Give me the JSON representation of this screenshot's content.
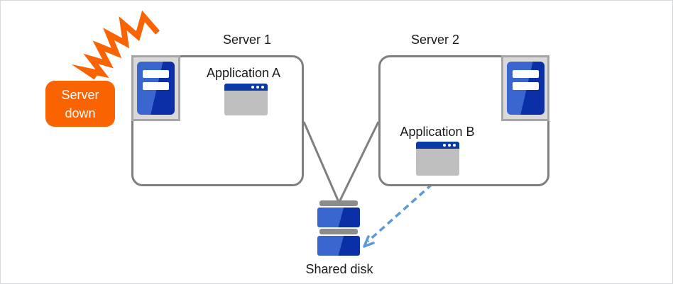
{
  "badge": {
    "line1": "Server",
    "line2": "down"
  },
  "servers": [
    {
      "label": "Server 1",
      "app": "Application A"
    },
    {
      "label": "Server 2",
      "app": "Application B"
    }
  ],
  "shared_disk_label": "Shared disk",
  "icons": {
    "crash": "crash-burst-icon",
    "server": "server-tower-icon",
    "app": "app-window-icon",
    "disk": "shared-disk-icon"
  },
  "colors": {
    "accent_orange": "#f96302",
    "blue_light": "#3a67cf",
    "blue_dark": "#0b2fa6",
    "box_border_gray": "#7f7f7f",
    "connector_gray": "#7f7f7f",
    "arrow_blue": "#5b9bd5",
    "icon_frame_fill": "#d9d9d9",
    "icon_frame_border": "#a6a6a6",
    "window_body_gray": "#bfbfbf",
    "disk_bar_gray": "#8c8c8c"
  }
}
